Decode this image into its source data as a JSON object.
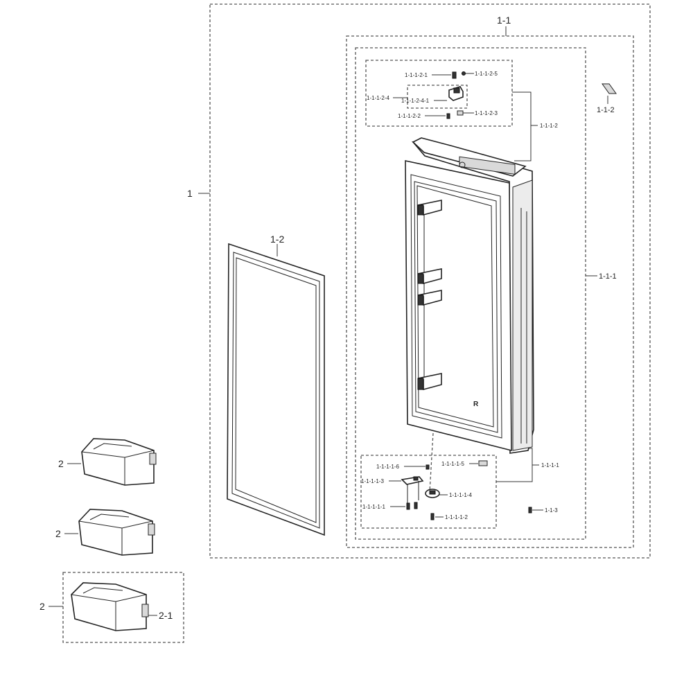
{
  "labels": {
    "l_1": "1",
    "l_1_1": "1-1",
    "l_1_2": "1-2",
    "l_1_1_1": "1-1-1",
    "l_1_1_2": "1-1-2",
    "l_1_1_3": "1-1-3",
    "l_1_1_1_1": "1-1-1-1",
    "l_1_1_1_2": "1-1-1-2",
    "l_1_1_1_2_1": "1-1-1-2-1",
    "l_1_1_1_2_2": "1-1-1-2-2",
    "l_1_1_1_2_3": "1-1-1-2-3",
    "l_1_1_1_2_4": "1-1-1-2-4",
    "l_1_1_1_2_4_1": "1-1-1-2-4-1",
    "l_1_1_1_2_5": "1-1-1-2-5",
    "l_1_1_1_1_1": "1-1-1-1-1",
    "l_1_1_1_1_2": "1-1-1-1-2",
    "l_1_1_1_1_3": "1-1-1-1-3",
    "l_1_1_1_1_4": "1-1-1-1-4",
    "l_1_1_1_1_5": "1-1-1-1-5",
    "l_1_1_1_1_6": "1-1-1-1-6",
    "bin_a": "2",
    "bin_b": "2",
    "bin_c": "2",
    "l_2_1": "2-1",
    "door_mark": "R"
  }
}
